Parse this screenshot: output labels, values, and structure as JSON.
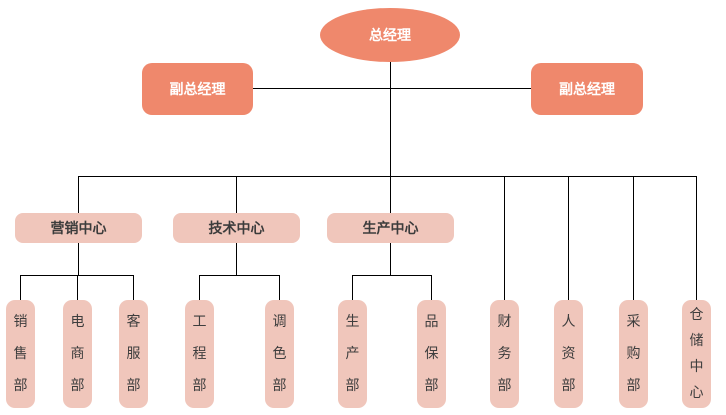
{
  "palette": {
    "node_salmon": "#EF886C",
    "node_pink": "#F0C6BB",
    "text_light": "#FFFFFF",
    "text_dark": "#3E3E3E",
    "connector": "#000000"
  },
  "org": {
    "root": {
      "label": "总经理"
    },
    "deputies": [
      {
        "label": "副总经理"
      },
      {
        "label": "副总经理"
      }
    ],
    "centers": [
      {
        "label": "营销中心",
        "children": [
          "销售部",
          "电商部",
          "客服部"
        ]
      },
      {
        "label": "技术中心",
        "children": [
          "工程部",
          "调色部"
        ]
      },
      {
        "label": "生产中心",
        "children": [
          "生产部",
          "品保部"
        ]
      }
    ],
    "direct": [
      "财务部",
      "人资部",
      "采购部",
      "仓储中心"
    ]
  }
}
